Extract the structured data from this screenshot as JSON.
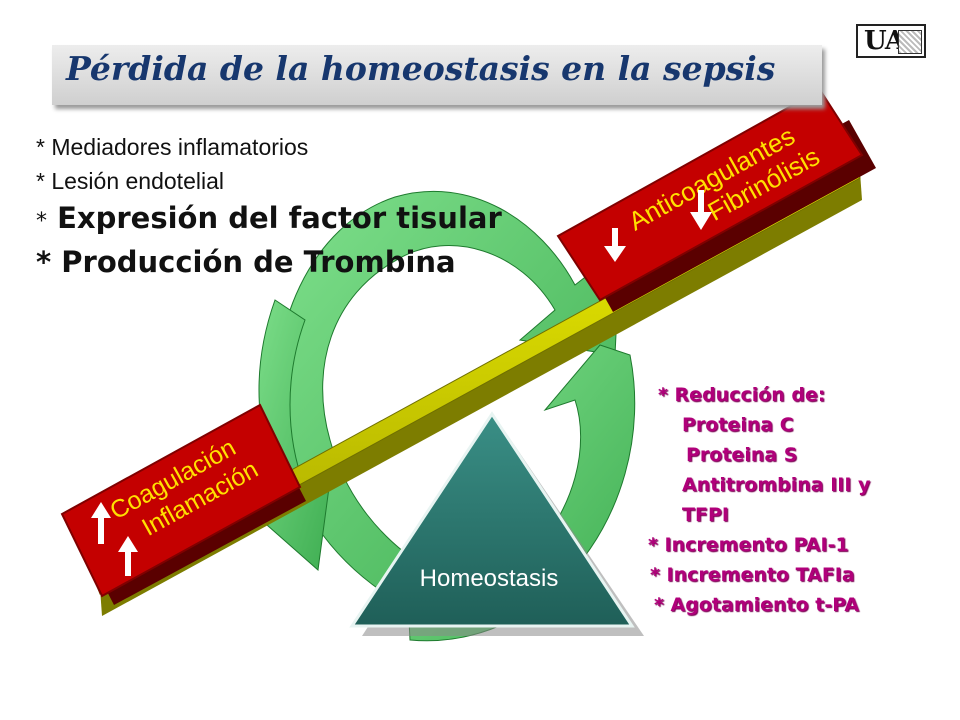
{
  "title": "Pérdida de la homeostasis en la sepsis",
  "logo": "UA",
  "colors": {
    "title": "#17376e",
    "banner": "#d9d9d9",
    "red_box": "#c40000",
    "box_text": "#ffe000",
    "bar": "#d8d800",
    "arrow_green": "#5dcc6e",
    "triangle": "#2e7a72",
    "right_list": "#b0007a"
  },
  "bullets": {
    "b1": "* Mediadores inflamatorios",
    "b2": "* Lesión endotelial",
    "b3_star": "*",
    "b3": "Expresión del factor tisular",
    "b4": "* Producción de Trombina"
  },
  "right_box": {
    "line1": "Anticoagulantes",
    "line2": "Fibrinólisis",
    "arrow_icon": "down-arrow-icon"
  },
  "left_box": {
    "line1": "Coagulación",
    "line2": "Inflamación",
    "arrow_icon": "up-arrow-icon"
  },
  "triangle_label": "Homeostasis",
  "right_list": [
    "* Reducción de:",
    "Proteina C",
    "Proteina S",
    "Antitrombina III y",
    "TFPI",
    "* Incremento PAI-1",
    "* Incremento TAFIa",
    "* Agotamiento t-PA"
  ]
}
